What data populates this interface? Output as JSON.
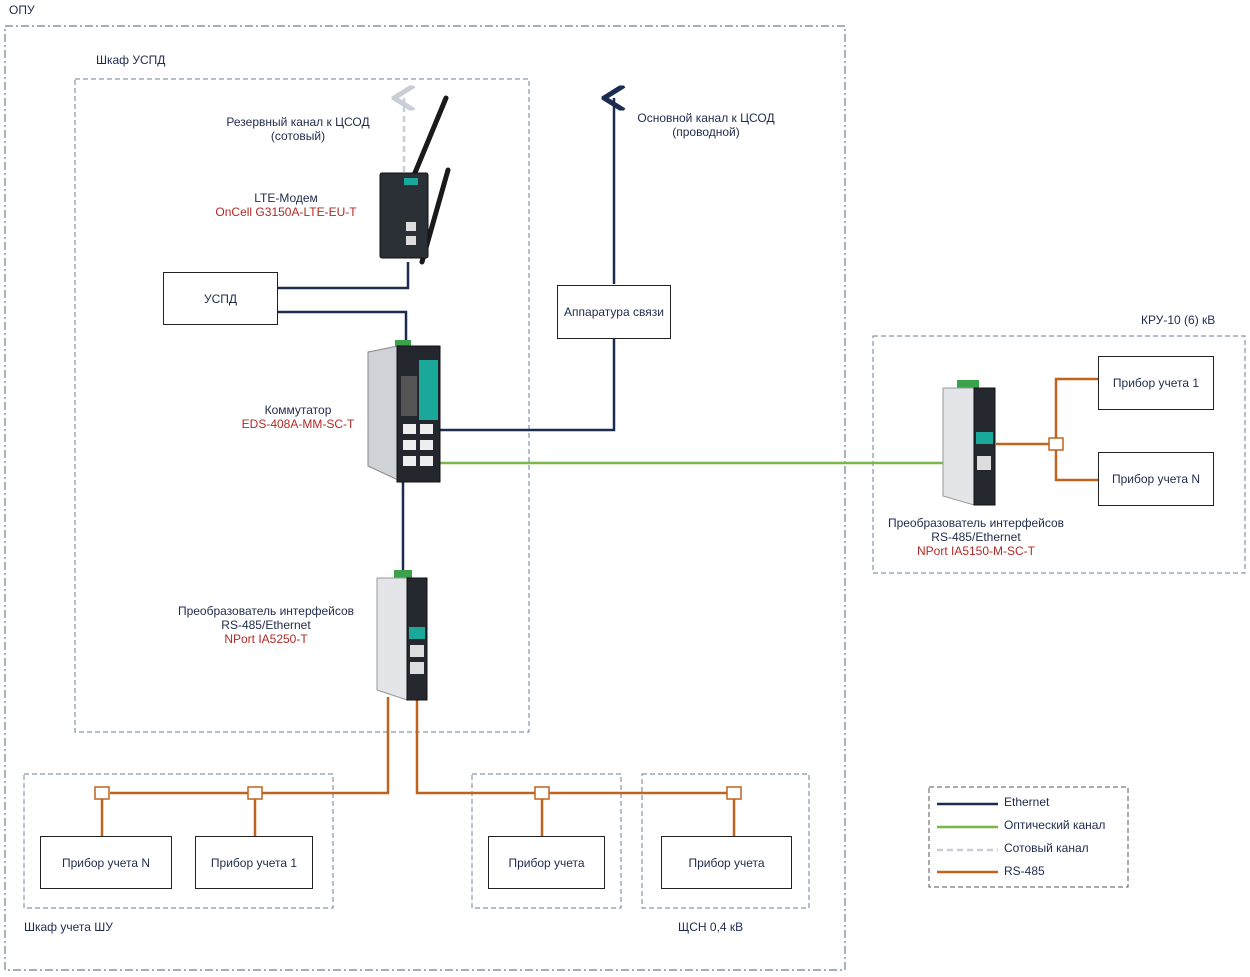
{
  "regions": {
    "opu": "ОПУ",
    "uspd_cabinet": "Шкаф УСПД",
    "kru": "КРУ-10 (6) кВ",
    "metering_cabinet": "Шкаф учета ШУ",
    "shsn": "ЩСН 0,4 кВ"
  },
  "channels": {
    "backup_line1": "Резервный канал к ЦСОД",
    "backup_line2": "(сотовый)",
    "main_line1": "Основной канал к ЦСОД",
    "main_line2": "(проводной)"
  },
  "devices": {
    "modem": {
      "label": "LTE-Модем",
      "model": "OnCell G3150A-LTE-EU-T"
    },
    "switch": {
      "label": "Коммутатор",
      "model": "EDS-408A-MM-SC-T"
    },
    "nport_local": {
      "label1": "Преобразователь интерфейсов",
      "label2": "RS-485/Ethernet",
      "model": "NPort IA5250-T"
    },
    "nport_kru": {
      "label1": "Преобразователь интерфейсов",
      "label2": "RS-485/Ethernet",
      "model": "NPort IA5150-M-SC-T"
    }
  },
  "boxes": {
    "uspd": "УСПД",
    "comm": "Аппаратура связи",
    "kru_meter_1": "Прибор учета 1",
    "kru_meter_n": "Прибор учета N",
    "shu_meter_n": "Прибор учета N",
    "shu_meter_1": "Прибор учета 1",
    "shsn_meter_a": "Прибор учета",
    "shsn_meter_b": "Прибор учета"
  },
  "legend": {
    "items": [
      {
        "label": "Ethernet",
        "color": "#1c2b50",
        "style": "solid"
      },
      {
        "label": "Оптический канал",
        "color": "#7ab648",
        "style": "solid"
      },
      {
        "label": "Сотовый канал",
        "color": "#c8cdd6",
        "style": "dashed"
      },
      {
        "label": "RS-485",
        "color": "#c0631f",
        "style": "solid"
      }
    ]
  },
  "colors": {
    "ethernet": "#1c2b50",
    "optical": "#7ab648",
    "cellular": "#c8cdd6",
    "rs485": "#c0631f",
    "region_border": "#6b7f99",
    "accent_model": "#b02a26"
  },
  "icons": {
    "modem": "lte-modem-device-icon",
    "switch": "industrial-switch-device-icon",
    "converter": "serial-converter-device-icon",
    "splitter": "rs485-splitter-icon"
  }
}
